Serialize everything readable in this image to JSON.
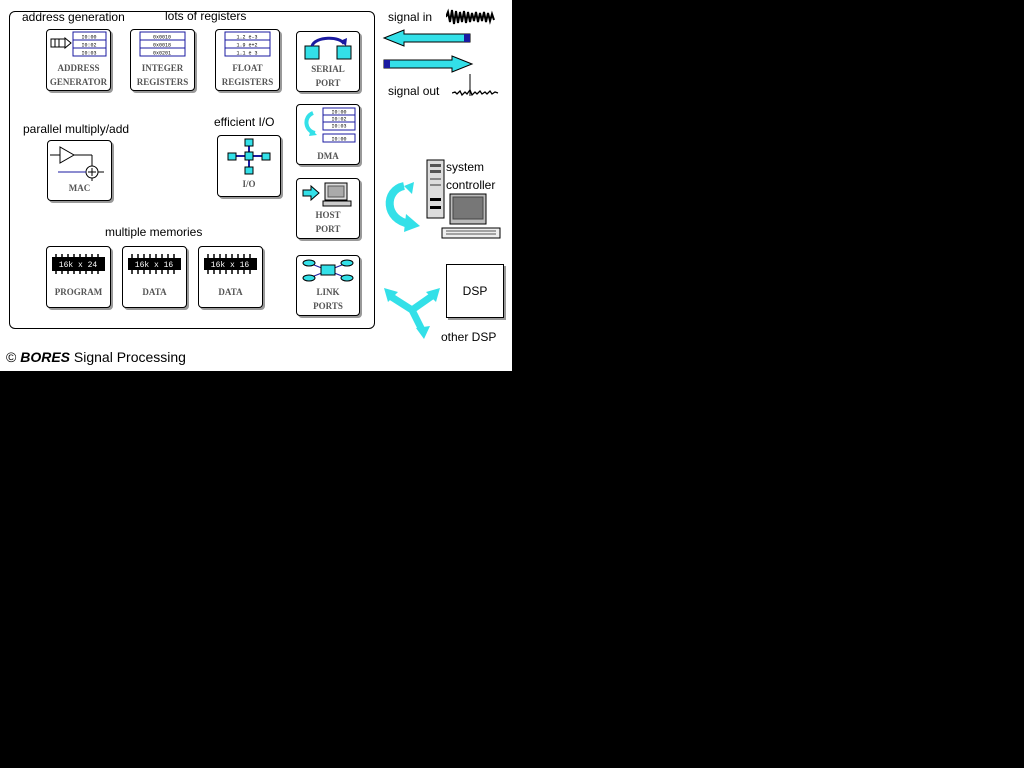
{
  "colors": {
    "accent": "#33e0e8",
    "accent_dark": "#1a1aa0",
    "shadow": "#999999"
  },
  "sections": {
    "address_generation": "address generation",
    "lots_of_registers": "lots of registers",
    "parallel_multiply_add": "parallel multiply/add",
    "efficient_io": "efficient I/O",
    "multiple_memories": "multiple memories"
  },
  "blocks": {
    "address_generator": [
      "ADDRESS",
      "GENERATOR"
    ],
    "integer_registers": [
      "INTEGER",
      "REGISTERS"
    ],
    "float_registers": [
      "FLOAT",
      "REGISTERS"
    ],
    "serial_port": [
      "SERIAL",
      "PORT"
    ],
    "dma": [
      "DMA"
    ],
    "mac": [
      "MAC"
    ],
    "io": [
      "I/O"
    ],
    "host_port": [
      "HOST",
      "PORT"
    ],
    "program": [
      "PROGRAM"
    ],
    "data1": [
      "DATA"
    ],
    "data2": [
      "DATA"
    ],
    "link_ports": [
      "LINK",
      "PORTS"
    ]
  },
  "memories": [
    "16k x 24",
    "16k x 16",
    "16k x 16"
  ],
  "side": {
    "signal_in": "signal in",
    "signal_out": "signal out",
    "system": "system",
    "controller": "controller",
    "dsp": "DSP",
    "other_dsp": "other DSP"
  },
  "copyright": {
    "symbol": "©",
    "brand": "BORES",
    "rest": "Signal Processing"
  }
}
